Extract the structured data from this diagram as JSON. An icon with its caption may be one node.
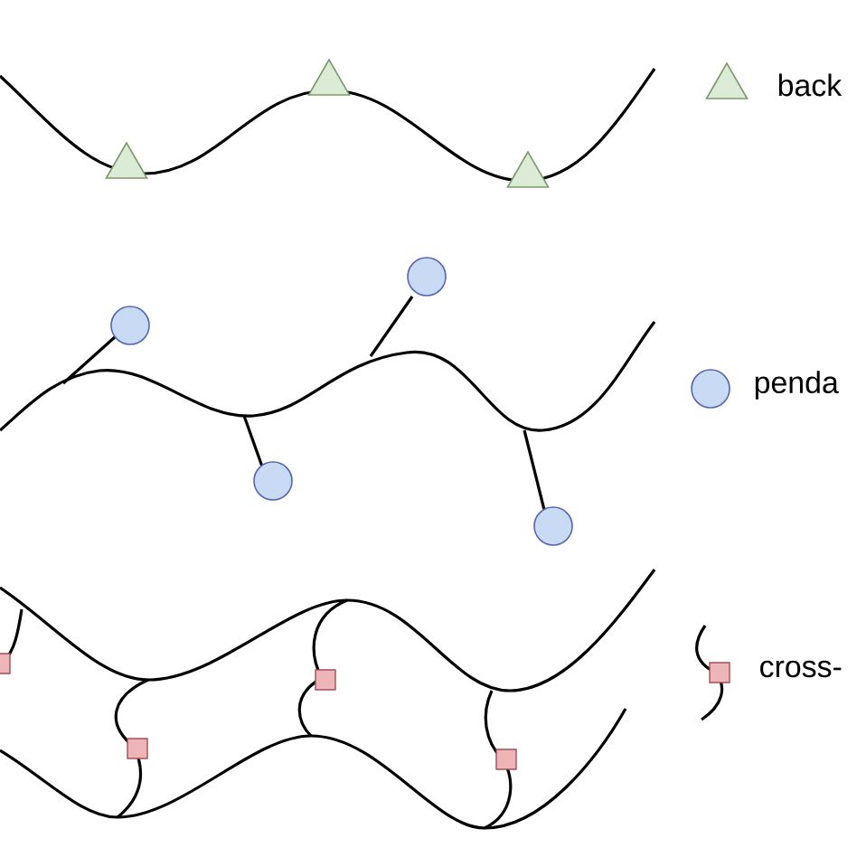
{
  "diagram": {
    "legend": [
      {
        "text": "back"
      },
      {
        "text": "penda"
      },
      {
        "text": "cross-"
      }
    ]
  }
}
